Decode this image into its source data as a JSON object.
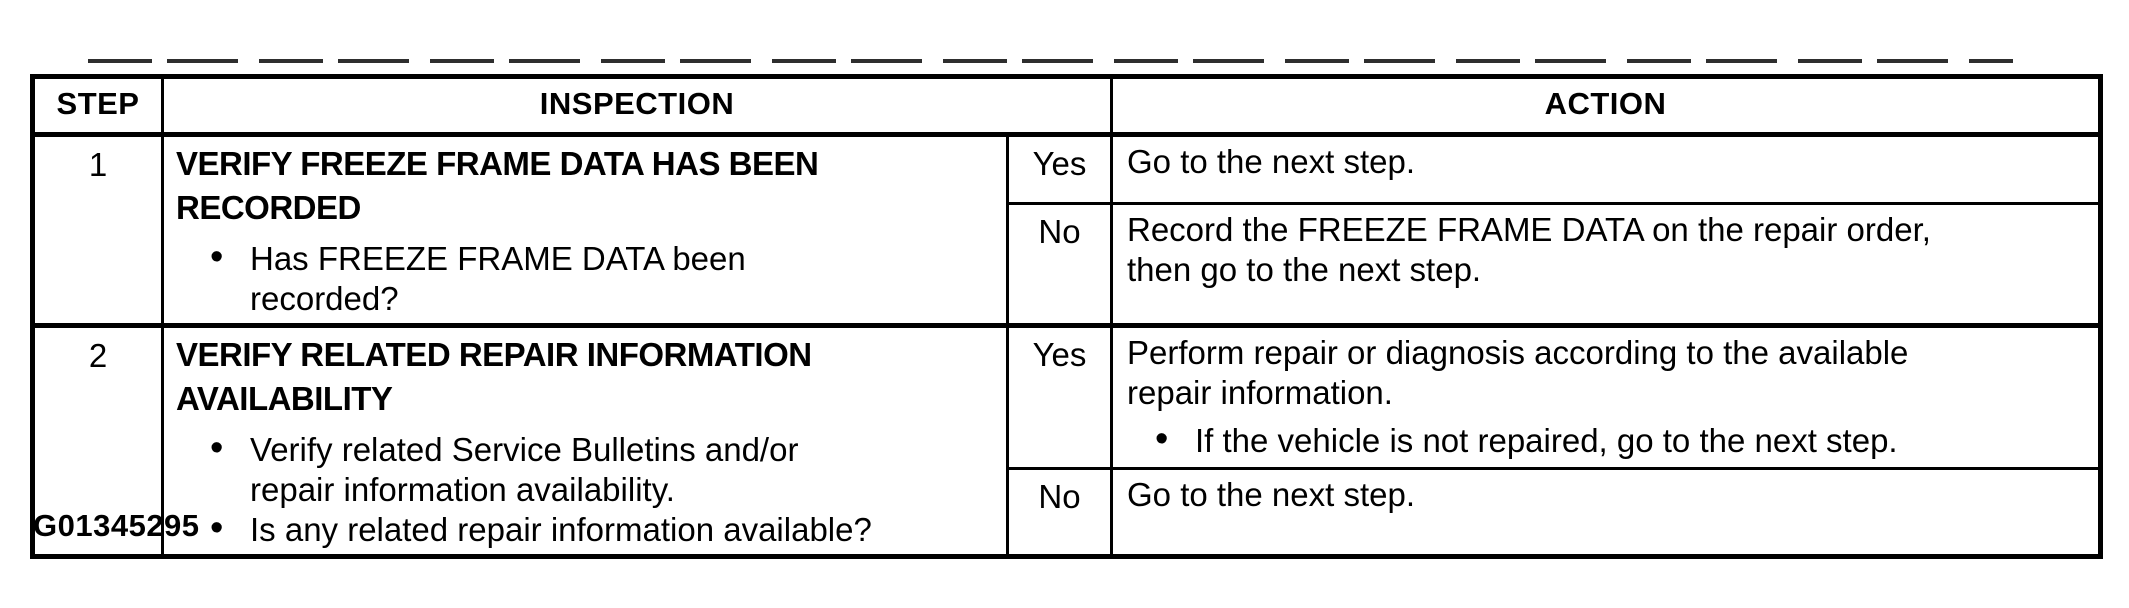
{
  "colors": {
    "ink": "#000000",
    "paper": "#ffffff"
  },
  "table": {
    "headers": {
      "step": "STEP",
      "inspection": "INSPECTION",
      "action": "ACTION"
    },
    "rows": [
      {
        "step": "1",
        "title": "VERIFY FREEZE FRAME DATA HAS BEEN RECORDED",
        "bullets": [
          "Has FREEZE FRAME DATA been recorded?"
        ],
        "yes": {
          "label": "Yes",
          "text": "Go to the next step."
        },
        "no": {
          "label": "No",
          "text": "Record the FREEZE FRAME DATA on the repair order, then go to the next step."
        }
      },
      {
        "step": "2",
        "title": "VERIFY RELATED REPAIR INFORMATION AVAILABILITY",
        "bullets": [
          "Verify related Service Bulletins and/or repair information availability.",
          "Is any related repair information available?"
        ],
        "yes": {
          "label": "Yes",
          "text": "Perform repair or diagnosis according to the available repair information.",
          "bullets": [
            "If the vehicle is not repaired, go to the next step."
          ]
        },
        "no": {
          "label": "No",
          "text": "Go to the next step."
        }
      }
    ]
  },
  "footer": {
    "figure_id": "G01345295"
  }
}
